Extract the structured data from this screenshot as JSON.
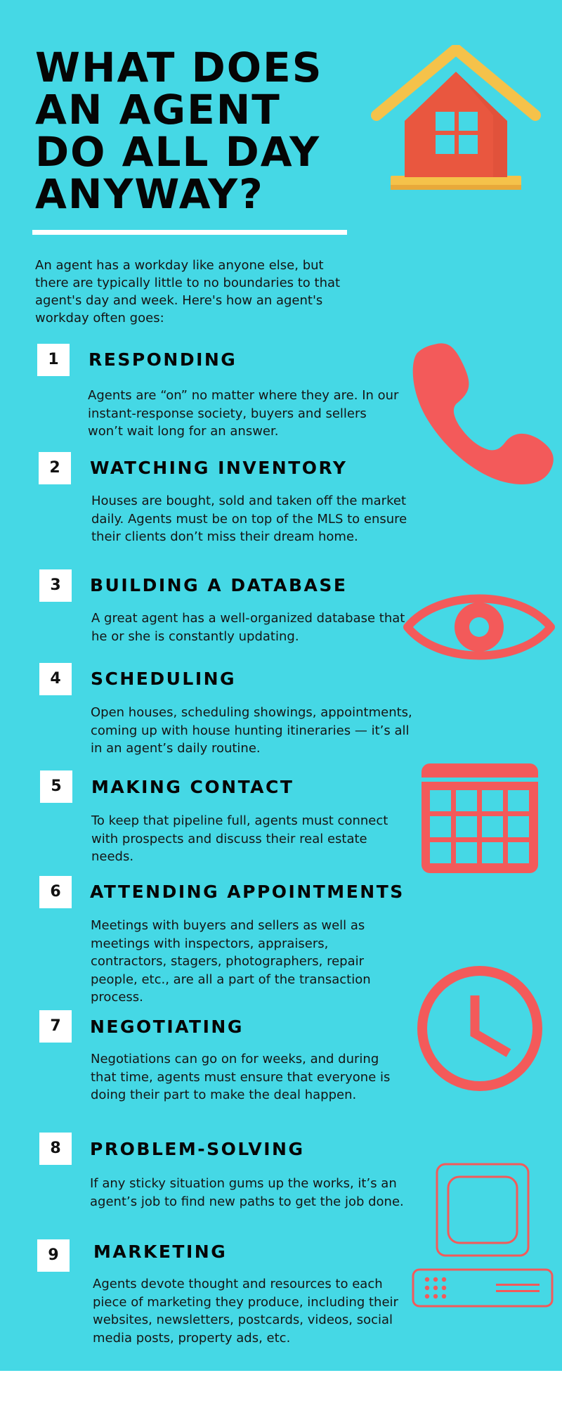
{
  "title_lines": [
    "WHAT DOES",
    "AN AGENT",
    "DO ALL DAY",
    "ANYWAY?"
  ],
  "intro": "An agent has a workday like anyone else, but there are typically little to no boundaries to that agent's day and week.  Here's how an agent's workday often goes:",
  "colors": {
    "background": "#45d8e5",
    "accent": "#f35a5a",
    "house_roof": "#f5c24a",
    "house_wall": "#e9573f",
    "text": "#050505",
    "number_box": "#ffffff"
  },
  "steps": [
    {
      "number": "1",
      "heading": "RESPONDING",
      "text": "Agents are “on” no matter where they are. In our instant-response society, buyers and sellers won’t wait long for an answer."
    },
    {
      "number": "2",
      "heading": "WATCHING INVENTORY",
      "text": "Houses are bought, sold and taken off the market daily. Agents must be on top of the MLS to ensure their clients don’t miss their dream home."
    },
    {
      "number": "3",
      "heading": "BUILDING A DATABASE",
      "text": "A great agent has a well-organized database that he or she is constantly updating."
    },
    {
      "number": "4",
      "heading": "SCHEDULING",
      "text": "Open houses, scheduling showings, appointments, coming up with house hunting itineraries — it’s all in an agent’s daily routine."
    },
    {
      "number": "5",
      "heading": "MAKING CONTACT",
      "text": "To keep that pipeline full, agents must connect with prospects and discuss their real estate needs."
    },
    {
      "number": "6",
      "heading": "ATTENDING APPOINTMENTS",
      "text": "Meetings with buyers and sellers as well as meetings with inspectors, appraisers, contractors, stagers, photographers, repair people, etc., are all a part of the transaction process."
    },
    {
      "number": "7",
      "heading": "NEGOTIATING",
      "text": "Negotiations can go on for weeks, and during that time, agents must ensure that everyone is doing their part to make the deal happen."
    },
    {
      "number": "8",
      "heading": "PROBLEM-SOLVING",
      "text": "If any sticky situation gums up the works, it’s an agent’s job to find new paths to get the job done."
    },
    {
      "number": "9",
      "heading": "MARKETING",
      "text": "Agents devote thought and resources to each piece of marketing they produce, including their websites, newsletters, postcards, videos, social media posts, property ads, etc."
    }
  ],
  "icons": [
    "house-icon",
    "phone-icon",
    "eye-icon",
    "calendar-icon",
    "clock-icon",
    "computer-icon"
  ]
}
